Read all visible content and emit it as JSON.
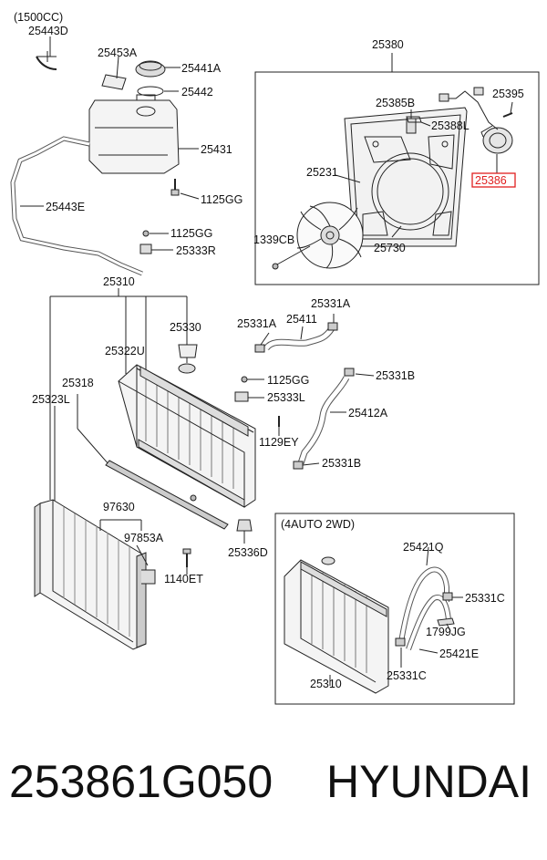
{
  "diagram": {
    "variant_1500cc": "(1500CC)",
    "variant_4auto": "(4AUTO 2WD)",
    "highlighted_part": "25386",
    "labels": {
      "p25443D": "25443D",
      "p25453A": "25453A",
      "p25441A": "25441A",
      "p25442": "25442",
      "p25431": "25431",
      "p1125GG_a": "1125GG",
      "p25443E": "25443E",
      "p1125GG_b": "1125GG",
      "p25333R": "25333R",
      "p25380": "25380",
      "p25385B": "25385B",
      "p25395": "25395",
      "p25388L": "25388L",
      "p25386": "25386",
      "p25231": "25231",
      "p1339CB": "1339CB",
      "p25730": "25730",
      "p25310_a": "25310",
      "p25330": "25330",
      "p25322U": "25322U",
      "p25318": "25318",
      "p25323L": "25323L",
      "p25331A_a": "25331A",
      "p25331A_b": "25331A",
      "p25411": "25411",
      "p1125GG_c": "1125GG",
      "p25333L": "25333L",
      "p25331B_a": "25331B",
      "p25412A": "25412A",
      "p1129EY": "1129EY",
      "p25331B_b": "25331B",
      "p97630": "97630",
      "p97853A": "97853A",
      "p1140ET": "1140ET",
      "p25336D": "25336D",
      "p25421Q": "25421Q",
      "p25331C_a": "25331C",
      "p1799JG": "1799JG",
      "p25421E": "25421E",
      "p25310_b": "25310",
      "p25331C_b": "25331C"
    }
  },
  "footer": {
    "part_number": "253861G050",
    "brand": "HYUNDAI"
  }
}
